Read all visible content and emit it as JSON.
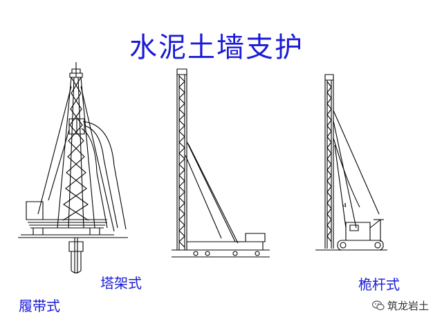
{
  "title": "水泥土墙支护",
  "labels": {
    "tower": "塔架式",
    "mast": "桅杆式",
    "crawler": "履带式"
  },
  "callout": "4",
  "watermark": {
    "text": "筑龙岩土",
    "icon": "chat-bubble-icon"
  },
  "colors": {
    "text": "#1a1ad6",
    "line": "#000000"
  }
}
